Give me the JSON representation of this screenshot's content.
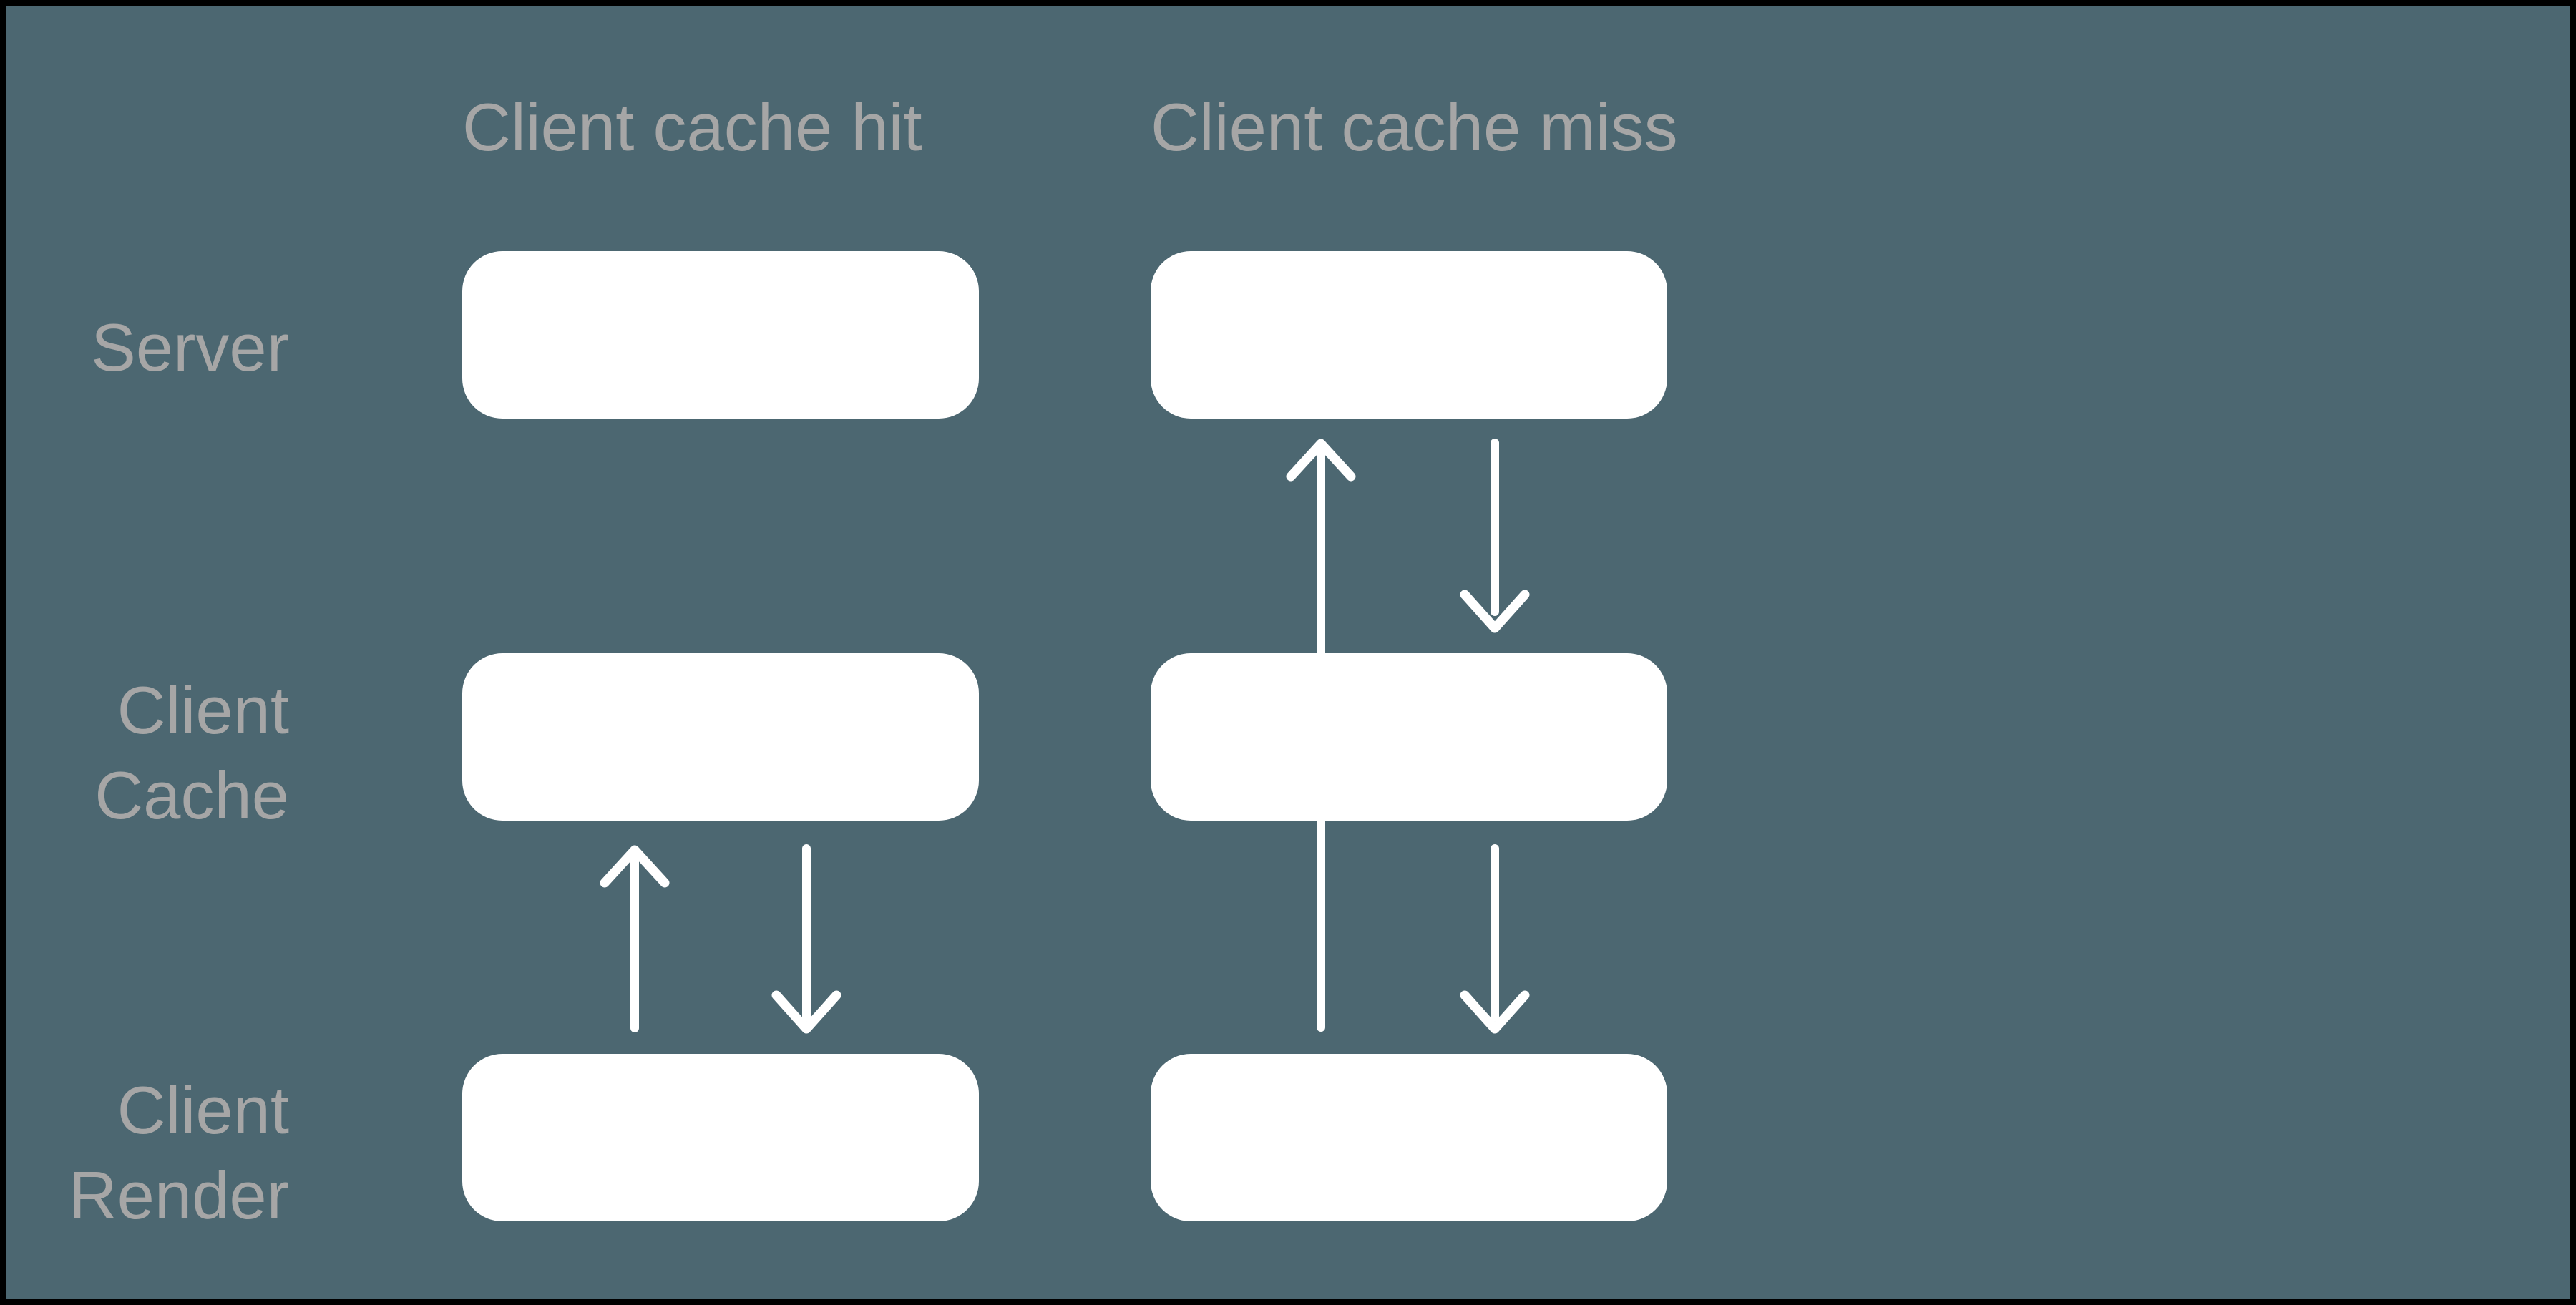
{
  "diagram": {
    "type": "flow-diagram",
    "description": "Client caching flow comparing a client cache hit versus a client cache miss across Server, Client Cache and Client Render layers",
    "column_headers": {
      "hit": "Client cache hit",
      "miss": "Client cache miss"
    },
    "row_labels": {
      "server": "Server",
      "cache": [
        "Client",
        "Cache"
      ],
      "render": [
        "Client",
        "Render"
      ]
    },
    "boxes": [
      {
        "column": "hit",
        "row": "server"
      },
      {
        "column": "hit",
        "row": "cache"
      },
      {
        "column": "hit",
        "row": "render"
      },
      {
        "column": "miss",
        "row": "server"
      },
      {
        "column": "miss",
        "row": "cache"
      },
      {
        "column": "miss",
        "row": "render"
      }
    ],
    "arrows": [
      {
        "column": "hit",
        "direction": "up",
        "from": "client-render",
        "to": "client-cache"
      },
      {
        "column": "hit",
        "direction": "down",
        "from": "client-cache",
        "to": "client-render"
      },
      {
        "column": "miss",
        "direction": "up",
        "from": "client-render",
        "to": "server",
        "note": "passes through client-cache box"
      },
      {
        "column": "miss",
        "direction": "down",
        "from": "server",
        "to": "client-cache"
      },
      {
        "column": "miss",
        "direction": "down",
        "from": "client-cache",
        "to": "client-render"
      }
    ],
    "colors": {
      "background": "#4C6771",
      "box_fill": "#FFFFFF",
      "label_text": "#A6A6A6",
      "arrow": "#FFFFFF",
      "frame_border": "#000000"
    }
  }
}
